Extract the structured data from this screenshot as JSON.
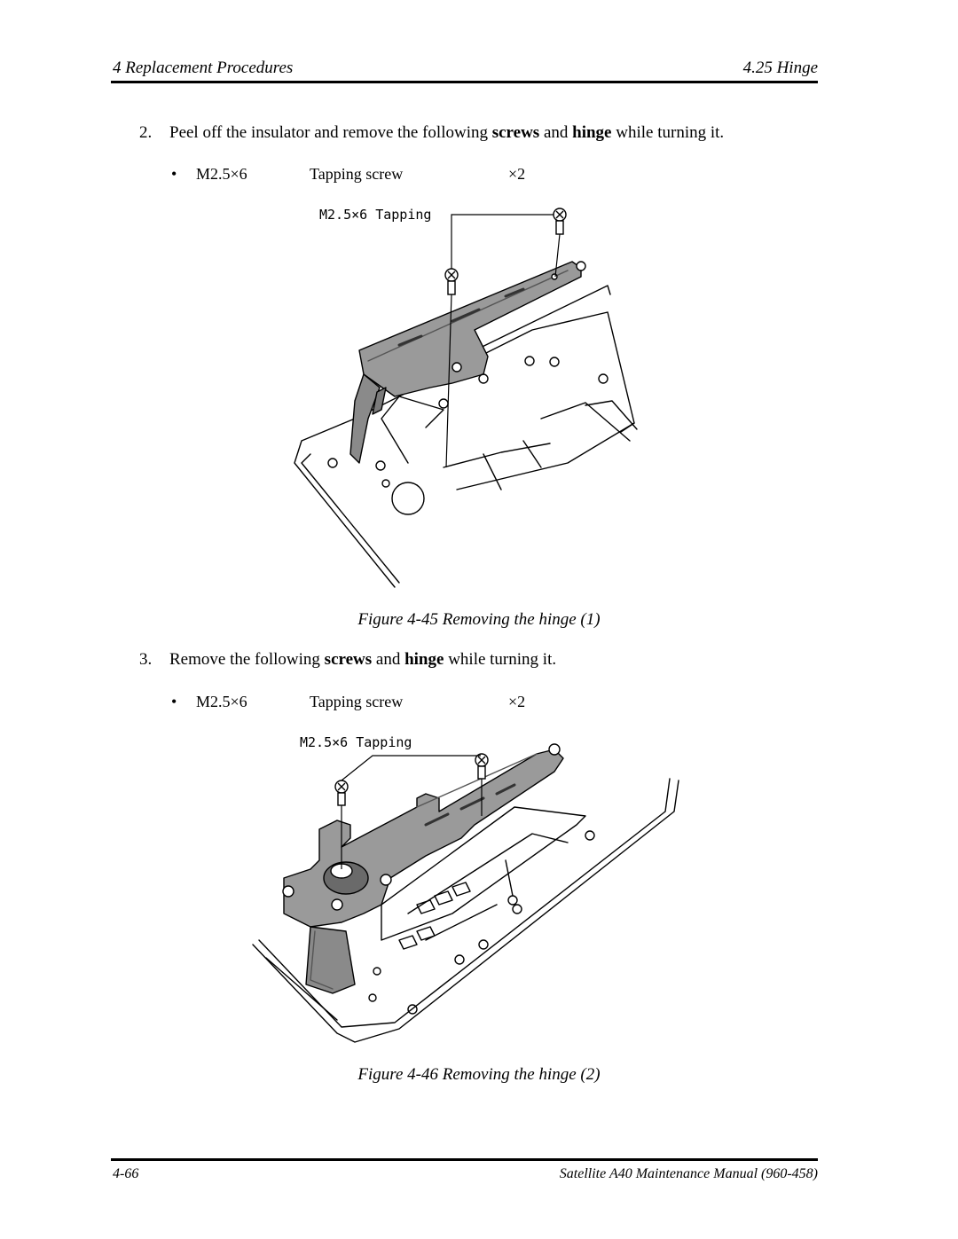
{
  "header": {
    "left": "4 Replacement Procedures",
    "right": "4.25  Hinge"
  },
  "steps": [
    {
      "number": "2.",
      "text_parts": [
        "Peel off the insulator and remove the following ",
        "screws",
        " and ",
        "hinge",
        " while turning it."
      ],
      "bullet": {
        "symbol": "•",
        "size": "M2.5×6",
        "type": "Tapping screw",
        "count": "×2"
      },
      "figure": {
        "callout": "M2.5×6 Tapping",
        "caption": "Figure 4-45   Removing the hinge (1)"
      }
    },
    {
      "number": "3.",
      "text_parts": [
        "Remove the following ",
        "screws",
        " and ",
        "hinge",
        " while turning it."
      ],
      "bullet": {
        "symbol": "•",
        "size": "M2.5×6",
        "type": "Tapping screw",
        "count": "×2"
      },
      "figure": {
        "callout": "M2.5×6 Tapping",
        "caption": "Figure 4-46   Removing the hinge (2)"
      }
    }
  ],
  "footer": {
    "left": "4-66",
    "right": "Satellite A40 Maintenance Manual (960-458)"
  }
}
